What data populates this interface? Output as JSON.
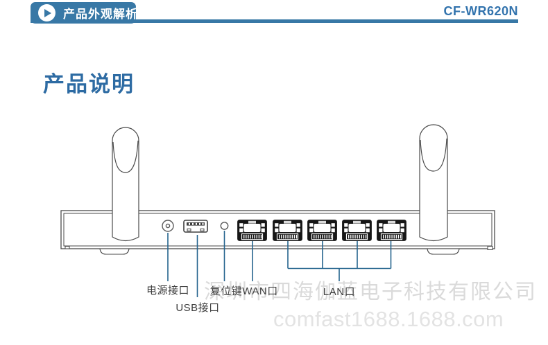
{
  "header": {
    "section_title": "产品外观解析",
    "model": "CF-WR620N"
  },
  "page_title": "产品说明",
  "diagram": {
    "device": "wireless-router-rear-view",
    "antenna_count": 2,
    "ethernet_port_count": 5,
    "wan_port_count": 1,
    "lan_port_count": 4,
    "labels": {
      "power": "电源接口",
      "usb": "USB接口",
      "reset": "复位键",
      "wan": "WAN口",
      "lan": "LAN口"
    }
  },
  "watermark": {
    "company": "深圳市四海伽蓝电子科技有限公司",
    "site": "comfast1688.1688.com"
  },
  "colors": {
    "accent_blue": "#3878a6",
    "title_blue": "#2d6ba3",
    "model_blue": "#3273ad",
    "leader_line_blue": "#25648e",
    "outline_gray": "#4a4a4a",
    "label_gray": "#3d3d3d",
    "watermark_gray": "#dadada"
  }
}
